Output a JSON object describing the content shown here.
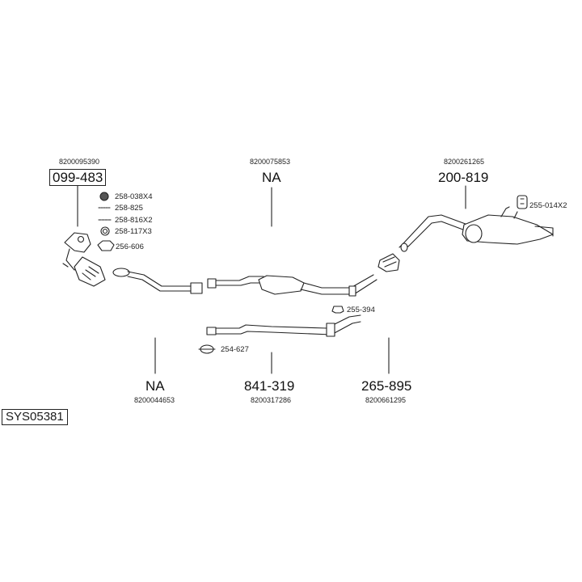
{
  "diagram": {
    "code": "SYS05381",
    "groups": [
      {
        "oem": "8200095390",
        "part": "099-483"
      },
      {
        "oem": "8200075853",
        "part": "NA"
      },
      {
        "oem": "8200261265",
        "part": "200-819"
      },
      {
        "oem": "8200044653",
        "part": "NA"
      },
      {
        "oem": "8200317286",
        "part": "841-319"
      },
      {
        "oem": "8200661295",
        "part": "265-895"
      }
    ],
    "accessories": [
      "258-038X4",
      "258-825",
      "258-816X2",
      "258-117X3",
      "256-606",
      "255-014X2",
      "255-394",
      "254-627"
    ]
  }
}
